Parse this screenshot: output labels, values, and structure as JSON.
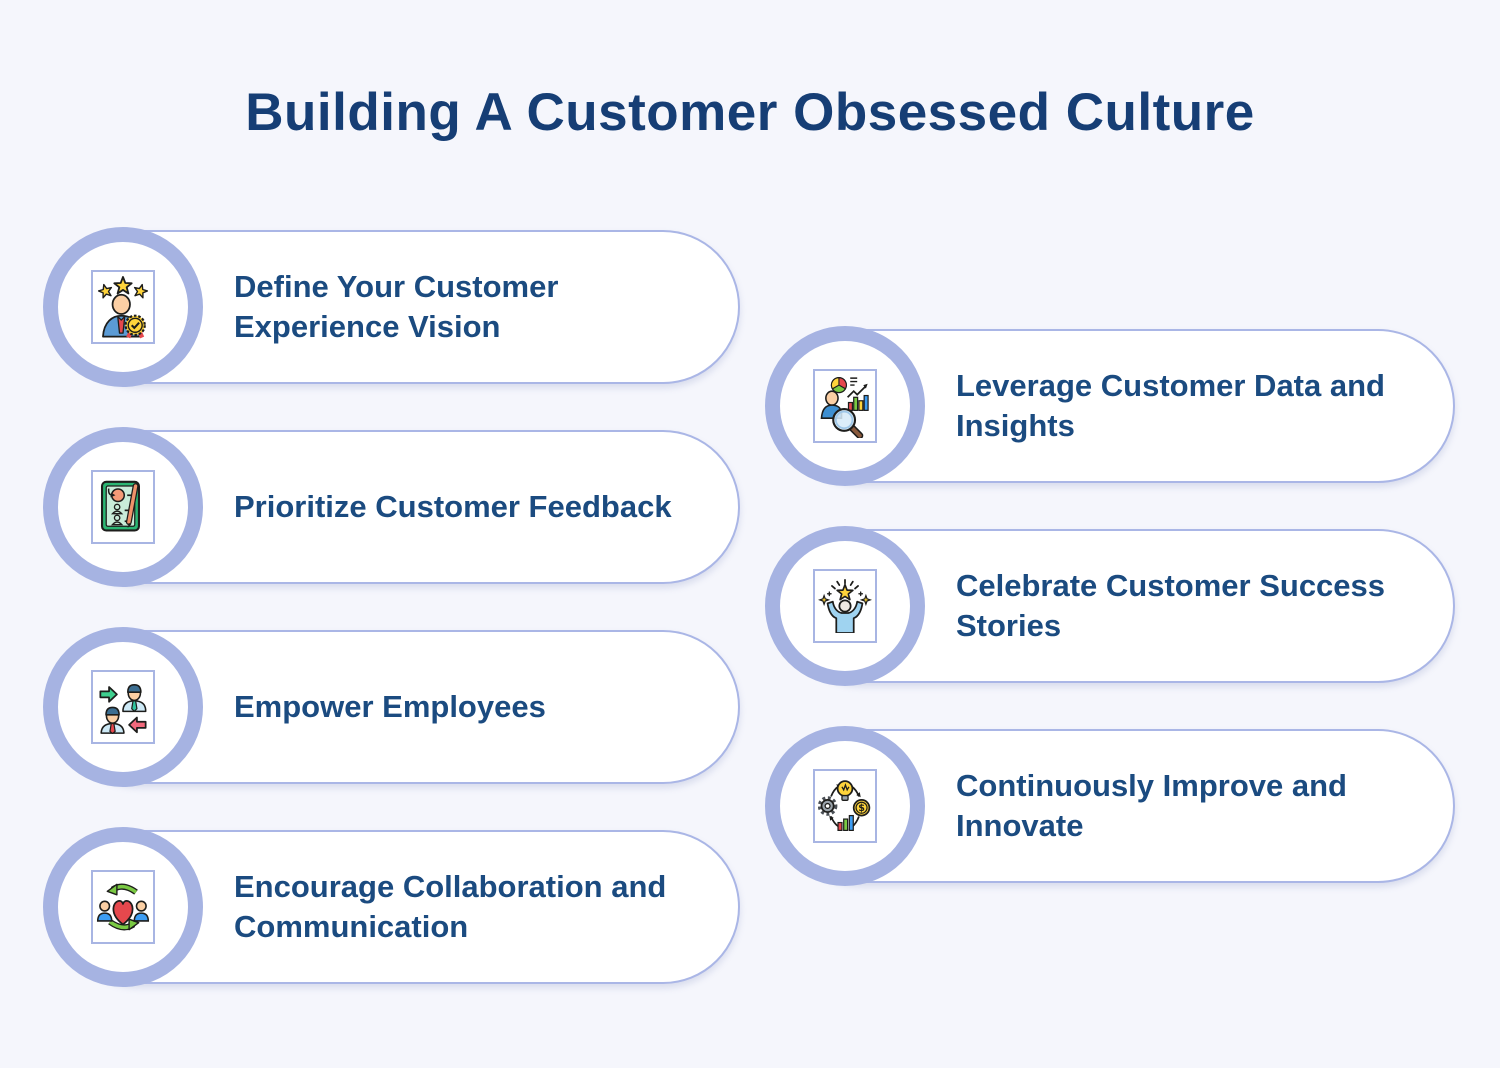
{
  "page": {
    "title": "Building A Customer Obsessed Culture",
    "background_color": "#f5f6fc"
  },
  "theme": {
    "accent_ring_color": "#a6b3e2",
    "card_border_color": "#aab6e6",
    "card_background": "#ffffff",
    "title_color": "#163e75",
    "label_color": "#1b4b80"
  },
  "cards": [
    {
      "label": "Define Your Customer Experience Vision",
      "icon": "customer-vision-icon",
      "column": "left"
    },
    {
      "label": "Prioritize Customer Feedback",
      "icon": "customer-feedback-icon",
      "column": "left"
    },
    {
      "label": "Empower Employees",
      "icon": "empower-employees-icon",
      "column": "left"
    },
    {
      "label": "Encourage Collaboration and Communication",
      "icon": "collaboration-communication-icon",
      "column": "left"
    },
    {
      "label": "Leverage Customer Data and Insights",
      "icon": "customer-data-insights-icon",
      "column": "right"
    },
    {
      "label": "Celebrate Customer Success Stories",
      "icon": "celebrate-success-icon",
      "column": "right"
    },
    {
      "label": "Continuously Improve and Innovate",
      "icon": "improve-innovate-icon",
      "column": "right"
    }
  ]
}
